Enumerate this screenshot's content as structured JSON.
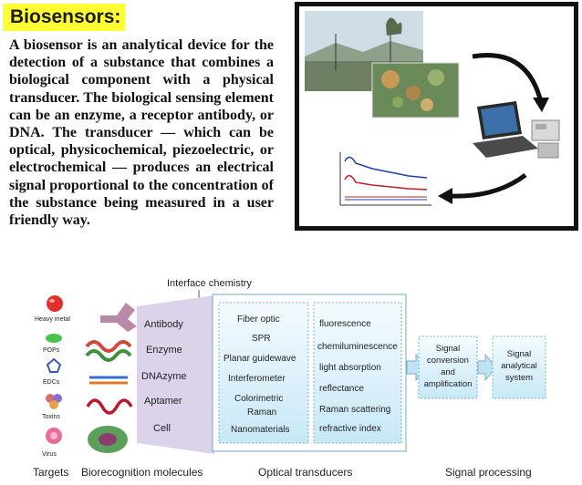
{
  "title": "Biosensors:",
  "paragraph": "A biosensor is an analytical device for the detection of a substance that combines a biological component with a physical transducer. The biological sensing element can be an enzyme, a receptor antibody, or DNA. The transducer — which can be optical, physicochemical, piezoelectric, or electrochemical — produces an electrical signal proportional to the concentration of the substance being measured in a user friendly way.",
  "diagram": {
    "interface_label": "Interface chemistry",
    "targets": [
      "Heavy metal",
      "POPs",
      "EDCs",
      "Toxins",
      "Virus"
    ],
    "biorecognition": [
      "Antibody",
      "Enzyme",
      "DNAzyme",
      "Aptamer",
      "Cell"
    ],
    "transducers": [
      "Fiber optic",
      "SPR",
      "Planar guidewave",
      "Interferometer",
      "Colorimetric",
      "Raman",
      "Nanomaterials"
    ],
    "detection_methods": [
      "fluorescence",
      "chemiluminescence",
      "light absorption",
      "reflectance",
      "Raman scattering",
      "refractive index"
    ],
    "signal_conversion": [
      "Signal",
      "conversion",
      "and",
      "amplification"
    ],
    "signal_system": [
      "Signal",
      "analytical",
      "system"
    ],
    "footer": {
      "targets": "Targets",
      "biorecognition": "Biorecognition molecules",
      "optical": "Optical transducers",
      "signal": "Signal processing"
    }
  }
}
